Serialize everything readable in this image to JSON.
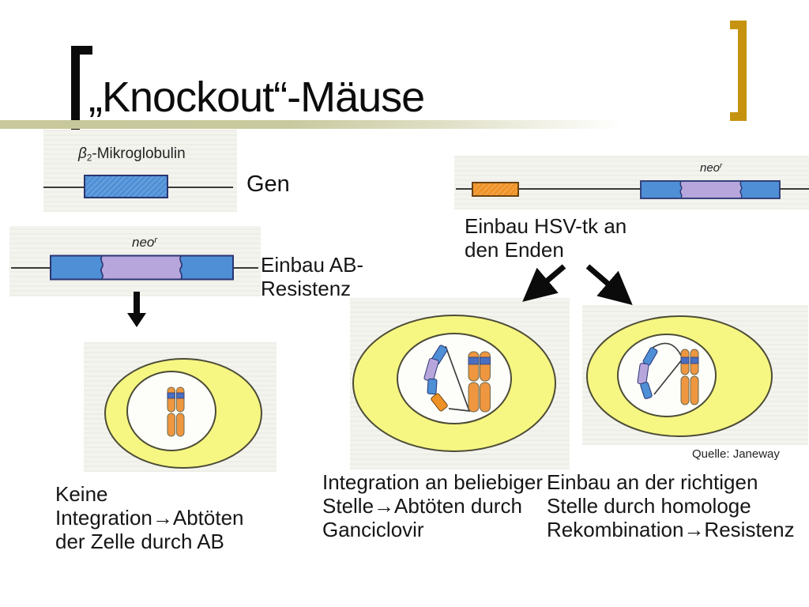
{
  "slide": {
    "title": "„Knockout“-Mäuse"
  },
  "colors": {
    "accent_gold": "#C69310",
    "band_olive": "#C8C89C",
    "dna_blue": "#4E8FD6",
    "dna_purple": "#B7A6DC",
    "dna_orange": "#EF9226",
    "cell_yellow": "#F6F682",
    "cell_outline": "#4C4C38",
    "chromosome_orange": "#EE9640",
    "chromosome_band_blue": "#4A6FC0"
  },
  "gene_diagram": {
    "label_beta": "β",
    "label_sub": "2",
    "label_rest": "-Mikroglobulin",
    "caption": "Gen"
  },
  "neo_diagram": {
    "label_base": "neo",
    "label_sup": "r",
    "caption_lines": [
      "Einbau AB-",
      "Resistenz"
    ]
  },
  "hsv_diagram": {
    "label_base": "neo",
    "label_sup": "r",
    "caption_lines": [
      "Einbau HSV-tk an",
      "den Enden"
    ]
  },
  "cell_captions": {
    "left_lines": [
      "Keine",
      "Integration→Abtöten",
      "der Zelle durch AB"
    ],
    "middle_lines": [
      "Integration an beliebiger",
      "Stelle→Abtöten durch",
      "Ganciclovir"
    ],
    "right_lines": [
      "Einbau an der richtigen",
      "Stelle durch homologe",
      "Rekombination→Resistenz"
    ]
  },
  "source_credit": "Quelle: Janeway"
}
